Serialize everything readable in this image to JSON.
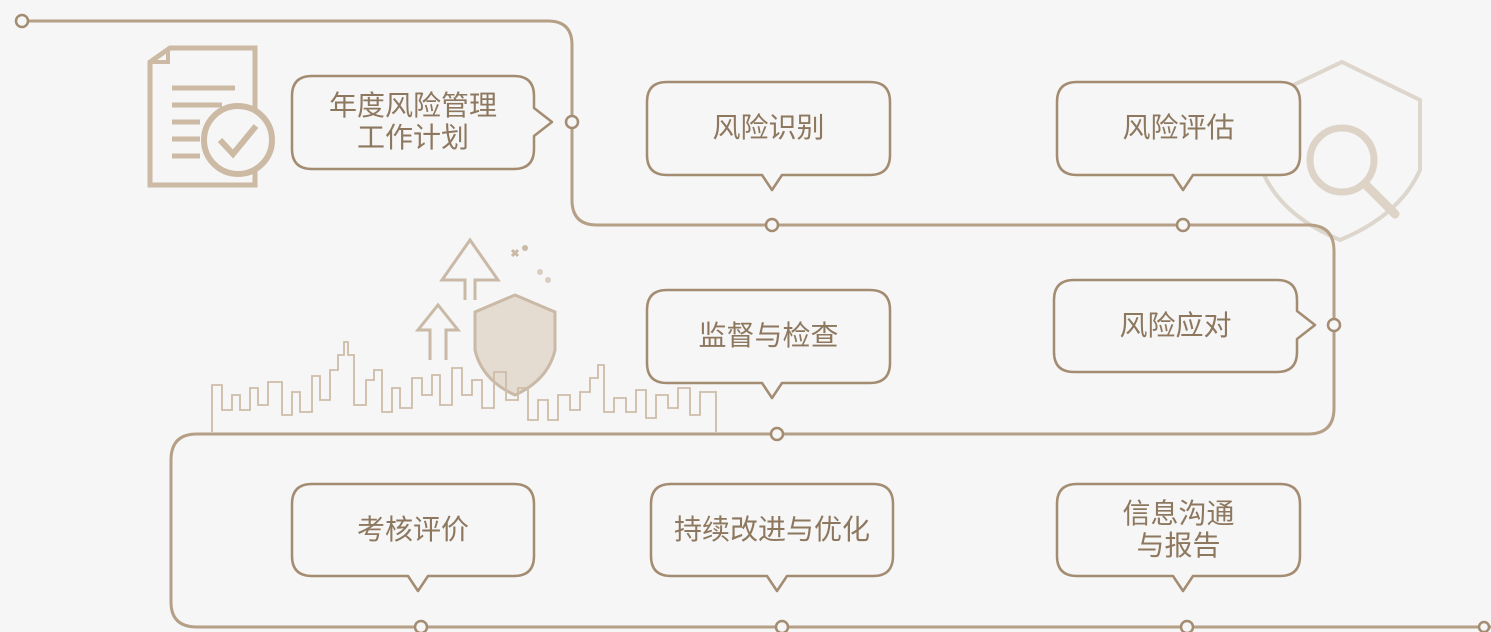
{
  "steps": {
    "annual_plan_line1": "年度风险管理",
    "annual_plan_line2": "工作计划",
    "risk_identification": "风险识别",
    "risk_assessment": "风险评估",
    "risk_response": "风险应对",
    "supervision_inspection": "监督与检查",
    "evaluation": "考核评价",
    "improvement": "持续改进与优化",
    "communication_line1": "信息沟通",
    "communication_line2": "与报告"
  },
  "colors": {
    "background": "#f5f6f5",
    "line": "#b59f86",
    "border": "#a48c72",
    "text": "#8d775f"
  },
  "icons": [
    "document-check-icon",
    "shield-search-icon",
    "city-skyline-icon",
    "arrow-up-icon",
    "shield-icon"
  ]
}
